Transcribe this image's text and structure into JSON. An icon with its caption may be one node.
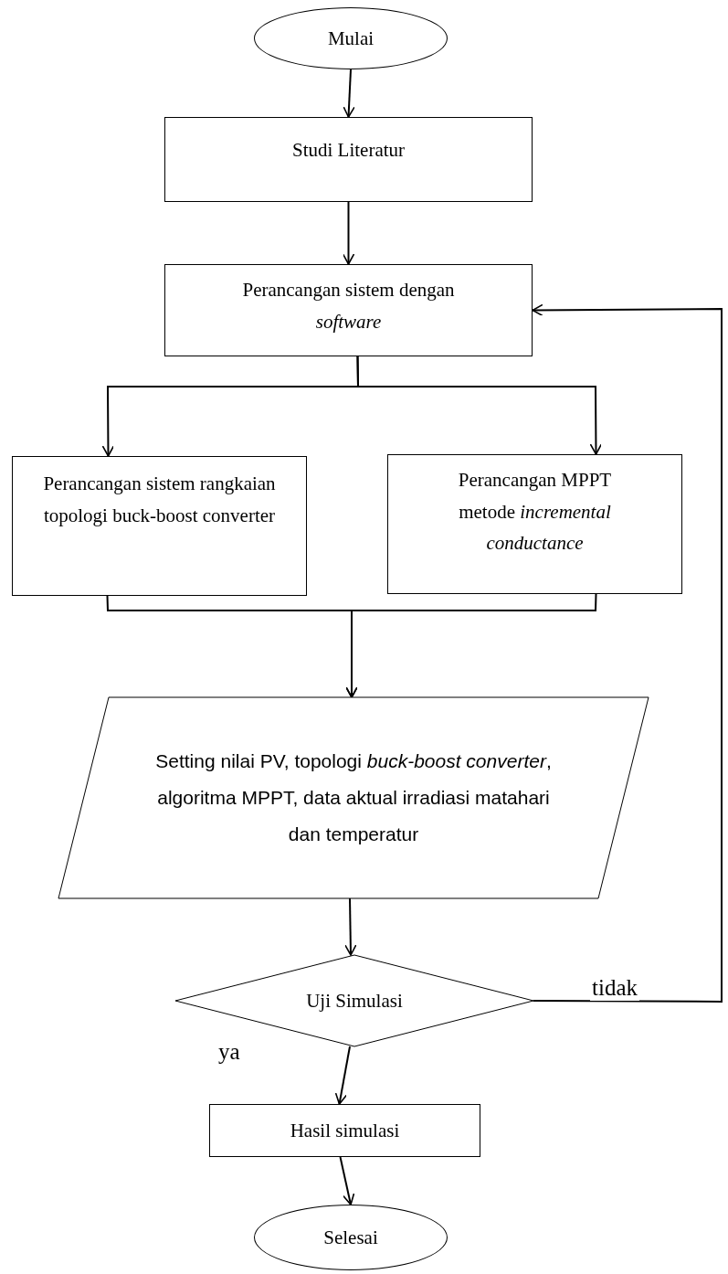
{
  "diagram": {
    "nodes": [
      {
        "text": [
          "Mulai"
        ]
      },
      {
        "text": [
          "Studi Literatur"
        ]
      },
      {
        "text": [
          "Perancangan sistem dengan *software*"
        ]
      },
      {
        "text": [
          "Perancangan sistem rangkaian topologi buck-boost converter"
        ]
      },
      {
        "text": [
          "Perancangan MPPT metode *incremental conductance*"
        ]
      },
      {
        "text": [
          "Setting nilai PV, topologi *buck-boost converter*, algoritma MPPT, data aktual irradiasi matahari dan temperatur"
        ]
      },
      {
        "text": [
          "Uji Simulasi"
        ]
      },
      {
        "text": [
          "Hasil simulasi"
        ]
      },
      {
        "text": [
          "Selesai"
        ]
      }
    ],
    "edges": [
      {
        "from": 0,
        "to": 1,
        "arrow": "to"
      },
      {
        "from": 1,
        "to": 2,
        "arrow": "to"
      },
      {
        "from": 2,
        "to": 3,
        "arrow": "to"
      },
      {
        "from": 2,
        "to": 4,
        "arrow": "to"
      },
      {
        "from": 3,
        "to": 5,
        "arrow": "to"
      },
      {
        "from": 4,
        "to": 5,
        "arrow": "to"
      },
      {
        "from": 5,
        "to": 6,
        "arrow": "to"
      },
      {
        "from": 6,
        "to": 7,
        "arrow": "to",
        "label": "ya"
      },
      {
        "from": 7,
        "to": 8,
        "arrow": "to"
      },
      {
        "from": 6,
        "to": 2,
        "arrow": "to",
        "label": "tidak"
      }
    ]
  }
}
